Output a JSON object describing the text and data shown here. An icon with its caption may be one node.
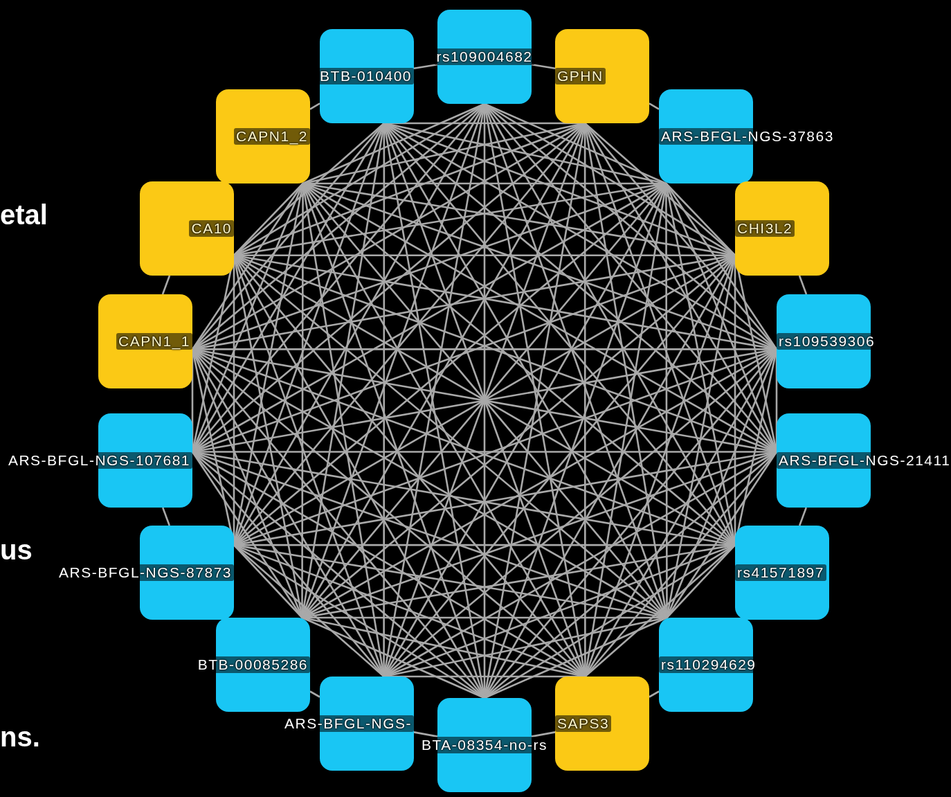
{
  "diagram": {
    "nodes": [
      {
        "text": [
          "rs109004682"
        ]
      },
      {
        "text": [
          "GPHN"
        ]
      },
      {
        "text": [
          "ARS-BFGL-NGS-37863"
        ]
      },
      {
        "text": [
          "CHI3L2"
        ]
      },
      {
        "text": [
          "rs109539306"
        ]
      },
      {
        "text": [
          "ARS-BFGL-NGS-21411"
        ]
      },
      {
        "text": [
          "rs41571897"
        ]
      },
      {
        "text": [
          "rs110294629"
        ]
      },
      {
        "text": [
          "SAPS3"
        ]
      },
      {
        "text": [
          "BTA-08354-no-rs"
        ]
      },
      {
        "text": [
          "ARS-BFGL-NGS-"
        ]
      },
      {
        "text": [
          "BTB-00085286"
        ]
      },
      {
        "text": [
          "ARS-BFGL-NGS-87873"
        ]
      },
      {
        "text": [
          "ARS-BFGL-NGS-107681"
        ]
      },
      {
        "text": [
          "CAPN1_1"
        ]
      },
      {
        "text": [
          "CA10"
        ]
      },
      {
        "text": [
          "CAPN1_2"
        ]
      },
      {
        "text": [
          "BTB-010400"
        ]
      }
    ],
    "edges": [
      {
        "from": 0,
        "to": 1,
        "arrow": "none"
      },
      {
        "from": 0,
        "to": 2,
        "arrow": "none"
      },
      {
        "from": 0,
        "to": 3,
        "arrow": "none"
      },
      {
        "from": 0,
        "to": 4,
        "arrow": "none"
      },
      {
        "from": 0,
        "to": 5,
        "arrow": "none"
      },
      {
        "from": 0,
        "to": 6,
        "arrow": "none"
      },
      {
        "from": 0,
        "to": 7,
        "arrow": "none"
      },
      {
        "from": 0,
        "to": 8,
        "arrow": "none"
      },
      {
        "from": 0,
        "to": 9,
        "arrow": "none"
      },
      {
        "from": 0,
        "to": 10,
        "arrow": "none"
      },
      {
        "from": 0,
        "to": 11,
        "arrow": "none"
      },
      {
        "from": 0,
        "to": 12,
        "arrow": "none"
      },
      {
        "from": 0,
        "to": 13,
        "arrow": "none"
      },
      {
        "from": 0,
        "to": 14,
        "arrow": "none"
      },
      {
        "from": 0,
        "to": 15,
        "arrow": "none"
      },
      {
        "from": 0,
        "to": 16,
        "arrow": "none"
      },
      {
        "from": 0,
        "to": 17,
        "arrow": "none"
      },
      {
        "from": 1,
        "to": 2,
        "arrow": "none"
      },
      {
        "from": 1,
        "to": 3,
        "arrow": "none"
      },
      {
        "from": 1,
        "to": 4,
        "arrow": "none"
      },
      {
        "from": 1,
        "to": 5,
        "arrow": "none"
      },
      {
        "from": 1,
        "to": 6,
        "arrow": "none"
      },
      {
        "from": 1,
        "to": 7,
        "arrow": "none"
      },
      {
        "from": 1,
        "to": 8,
        "arrow": "none"
      },
      {
        "from": 1,
        "to": 9,
        "arrow": "none"
      },
      {
        "from": 1,
        "to": 10,
        "arrow": "none"
      },
      {
        "from": 1,
        "to": 11,
        "arrow": "none"
      },
      {
        "from": 1,
        "to": 12,
        "arrow": "none"
      },
      {
        "from": 1,
        "to": 13,
        "arrow": "none"
      },
      {
        "from": 1,
        "to": 14,
        "arrow": "none"
      },
      {
        "from": 1,
        "to": 15,
        "arrow": "none"
      },
      {
        "from": 1,
        "to": 16,
        "arrow": "none"
      },
      {
        "from": 1,
        "to": 17,
        "arrow": "none"
      },
      {
        "from": 2,
        "to": 3,
        "arrow": "none"
      },
      {
        "from": 2,
        "to": 4,
        "arrow": "none"
      },
      {
        "from": 2,
        "to": 5,
        "arrow": "none"
      },
      {
        "from": 2,
        "to": 6,
        "arrow": "none"
      },
      {
        "from": 2,
        "to": 7,
        "arrow": "none"
      },
      {
        "from": 2,
        "to": 8,
        "arrow": "none"
      },
      {
        "from": 2,
        "to": 9,
        "arrow": "none"
      },
      {
        "from": 2,
        "to": 10,
        "arrow": "none"
      },
      {
        "from": 2,
        "to": 11,
        "arrow": "none"
      },
      {
        "from": 2,
        "to": 12,
        "arrow": "none"
      },
      {
        "from": 2,
        "to": 13,
        "arrow": "none"
      },
      {
        "from": 2,
        "to": 14,
        "arrow": "none"
      },
      {
        "from": 2,
        "to": 15,
        "arrow": "none"
      },
      {
        "from": 2,
        "to": 16,
        "arrow": "none"
      },
      {
        "from": 2,
        "to": 17,
        "arrow": "none"
      },
      {
        "from": 3,
        "to": 4,
        "arrow": "none"
      },
      {
        "from": 3,
        "to": 5,
        "arrow": "none"
      },
      {
        "from": 3,
        "to": 6,
        "arrow": "none"
      },
      {
        "from": 3,
        "to": 7,
        "arrow": "none"
      },
      {
        "from": 3,
        "to": 8,
        "arrow": "none"
      },
      {
        "from": 3,
        "to": 9,
        "arrow": "none"
      },
      {
        "from": 3,
        "to": 10,
        "arrow": "none"
      },
      {
        "from": 3,
        "to": 11,
        "arrow": "none"
      },
      {
        "from": 3,
        "to": 12,
        "arrow": "none"
      },
      {
        "from": 3,
        "to": 13,
        "arrow": "none"
      },
      {
        "from": 3,
        "to": 14,
        "arrow": "none"
      },
      {
        "from": 3,
        "to": 15,
        "arrow": "none"
      },
      {
        "from": 3,
        "to": 16,
        "arrow": "none"
      },
      {
        "from": 3,
        "to": 17,
        "arrow": "none"
      },
      {
        "from": 4,
        "to": 5,
        "arrow": "none"
      },
      {
        "from": 4,
        "to": 6,
        "arrow": "none"
      },
      {
        "from": 4,
        "to": 7,
        "arrow": "none"
      },
      {
        "from": 4,
        "to": 8,
        "arrow": "none"
      },
      {
        "from": 4,
        "to": 9,
        "arrow": "none"
      },
      {
        "from": 4,
        "to": 10,
        "arrow": "none"
      },
      {
        "from": 4,
        "to": 11,
        "arrow": "none"
      },
      {
        "from": 4,
        "to": 12,
        "arrow": "none"
      },
      {
        "from": 4,
        "to": 13,
        "arrow": "none"
      },
      {
        "from": 4,
        "to": 14,
        "arrow": "none"
      },
      {
        "from": 4,
        "to": 15,
        "arrow": "none"
      },
      {
        "from": 4,
        "to": 16,
        "arrow": "none"
      },
      {
        "from": 4,
        "to": 17,
        "arrow": "none"
      },
      {
        "from": 5,
        "to": 6,
        "arrow": "none"
      },
      {
        "from": 5,
        "to": 7,
        "arrow": "none"
      },
      {
        "from": 5,
        "to": 8,
        "arrow": "none"
      },
      {
        "from": 5,
        "to": 9,
        "arrow": "none"
      },
      {
        "from": 5,
        "to": 10,
        "arrow": "none"
      },
      {
        "from": 5,
        "to": 11,
        "arrow": "none"
      },
      {
        "from": 5,
        "to": 12,
        "arrow": "none"
      },
      {
        "from": 5,
        "to": 13,
        "arrow": "none"
      },
      {
        "from": 5,
        "to": 14,
        "arrow": "none"
      },
      {
        "from": 5,
        "to": 15,
        "arrow": "none"
      },
      {
        "from": 5,
        "to": 16,
        "arrow": "none"
      },
      {
        "from": 5,
        "to": 17,
        "arrow": "none"
      },
      {
        "from": 6,
        "to": 7,
        "arrow": "none"
      },
      {
        "from": 6,
        "to": 8,
        "arrow": "none"
      },
      {
        "from": 6,
        "to": 9,
        "arrow": "none"
      },
      {
        "from": 6,
        "to": 10,
        "arrow": "none"
      },
      {
        "from": 6,
        "to": 11,
        "arrow": "none"
      },
      {
        "from": 6,
        "to": 12,
        "arrow": "none"
      },
      {
        "from": 6,
        "to": 13,
        "arrow": "none"
      },
      {
        "from": 6,
        "to": 14,
        "arrow": "none"
      },
      {
        "from": 6,
        "to": 15,
        "arrow": "none"
      },
      {
        "from": 6,
        "to": 16,
        "arrow": "none"
      },
      {
        "from": 6,
        "to": 17,
        "arrow": "none"
      },
      {
        "from": 7,
        "to": 8,
        "arrow": "none"
      },
      {
        "from": 7,
        "to": 9,
        "arrow": "none"
      },
      {
        "from": 7,
        "to": 10,
        "arrow": "none"
      },
      {
        "from": 7,
        "to": 11,
        "arrow": "none"
      },
      {
        "from": 7,
        "to": 12,
        "arrow": "none"
      },
      {
        "from": 7,
        "to": 13,
        "arrow": "none"
      },
      {
        "from": 7,
        "to": 14,
        "arrow": "none"
      },
      {
        "from": 7,
        "to": 15,
        "arrow": "none"
      },
      {
        "from": 7,
        "to": 16,
        "arrow": "none"
      },
      {
        "from": 7,
        "to": 17,
        "arrow": "none"
      },
      {
        "from": 8,
        "to": 9,
        "arrow": "none"
      },
      {
        "from": 8,
        "to": 10,
        "arrow": "none"
      },
      {
        "from": 8,
        "to": 11,
        "arrow": "none"
      },
      {
        "from": 8,
        "to": 12,
        "arrow": "none"
      },
      {
        "from": 8,
        "to": 13,
        "arrow": "none"
      },
      {
        "from": 8,
        "to": 14,
        "arrow": "none"
      },
      {
        "from": 8,
        "to": 15,
        "arrow": "none"
      },
      {
        "from": 8,
        "to": 16,
        "arrow": "none"
      },
      {
        "from": 8,
        "to": 17,
        "arrow": "none"
      },
      {
        "from": 9,
        "to": 10,
        "arrow": "none"
      },
      {
        "from": 9,
        "to": 11,
        "arrow": "none"
      },
      {
        "from": 9,
        "to": 12,
        "arrow": "none"
      },
      {
        "from": 9,
        "to": 13,
        "arrow": "none"
      },
      {
        "from": 9,
        "to": 14,
        "arrow": "none"
      },
      {
        "from": 9,
        "to": 15,
        "arrow": "none"
      },
      {
        "from": 9,
        "to": 16,
        "arrow": "none"
      },
      {
        "from": 9,
        "to": 17,
        "arrow": "none"
      },
      {
        "from": 10,
        "to": 11,
        "arrow": "none"
      },
      {
        "from": 10,
        "to": 12,
        "arrow": "none"
      },
      {
        "from": 10,
        "to": 13,
        "arrow": "none"
      },
      {
        "from": 10,
        "to": 14,
        "arrow": "none"
      },
      {
        "from": 10,
        "to": 15,
        "arrow": "none"
      },
      {
        "from": 10,
        "to": 16,
        "arrow": "none"
      },
      {
        "from": 10,
        "to": 17,
        "arrow": "none"
      },
      {
        "from": 11,
        "to": 12,
        "arrow": "none"
      },
      {
        "from": 11,
        "to": 13,
        "arrow": "none"
      },
      {
        "from": 11,
        "to": 14,
        "arrow": "none"
      },
      {
        "from": 11,
        "to": 15,
        "arrow": "none"
      },
      {
        "from": 11,
        "to": 16,
        "arrow": "none"
      },
      {
        "from": 11,
        "to": 17,
        "arrow": "none"
      },
      {
        "from": 12,
        "to": 13,
        "arrow": "none"
      },
      {
        "from": 12,
        "to": 14,
        "arrow": "none"
      },
      {
        "from": 12,
        "to": 15,
        "arrow": "none"
      },
      {
        "from": 12,
        "to": 16,
        "arrow": "none"
      },
      {
        "from": 12,
        "to": 17,
        "arrow": "none"
      },
      {
        "from": 13,
        "to": 14,
        "arrow": "none"
      },
      {
        "from": 13,
        "to": 15,
        "arrow": "none"
      },
      {
        "from": 13,
        "to": 16,
        "arrow": "none"
      },
      {
        "from": 13,
        "to": 17,
        "arrow": "none"
      },
      {
        "from": 14,
        "to": 15,
        "arrow": "none"
      },
      {
        "from": 14,
        "to": 16,
        "arrow": "none"
      },
      {
        "from": 14,
        "to": 17,
        "arrow": "none"
      },
      {
        "from": 15,
        "to": 16,
        "arrow": "none"
      },
      {
        "from": 15,
        "to": 17,
        "arrow": "none"
      },
      {
        "from": 16,
        "to": 17,
        "arrow": "none"
      }
    ],
    "labels": [
      "etal",
      "us",
      "ns."
    ]
  }
}
